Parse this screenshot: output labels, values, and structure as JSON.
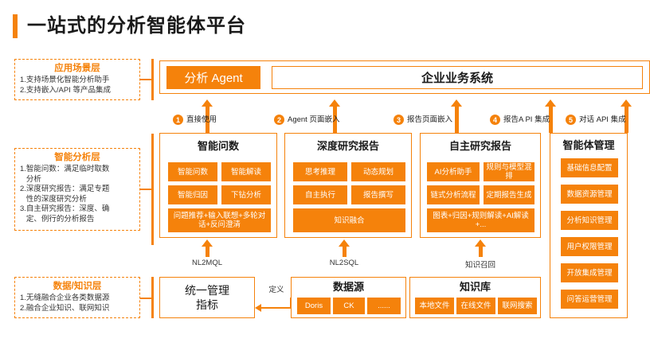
{
  "header": {
    "title": "一站式的分析智能体平台"
  },
  "layers": [
    {
      "name": "应用场景层",
      "lines": [
        "1.支持场景化智能分析助手",
        "2.支持嵌入/API 等产品集成"
      ]
    },
    {
      "name": "智能分析层",
      "lines": [
        "1.智能问数：满足临时取数\n   分析",
        "2.深度研究报告：满足专题\n   性的深度研究分析",
        "3.自主研究报告：深度、确\n   定、例行的分析报告"
      ]
    },
    {
      "name": "数据/知识层",
      "lines": [
        "1.无缝融合企业各类数据源",
        "2.融合企业知识、联网知识"
      ]
    }
  ],
  "top_band": {
    "agent_label": "分析 Agent",
    "business_label": "企业业务系统"
  },
  "integrations": [
    {
      "num": "1",
      "label": "直接使用"
    },
    {
      "num": "2",
      "label": "Agent 页面嵌入"
    },
    {
      "num": "3",
      "label": "报告页面嵌入"
    },
    {
      "num": "4",
      "label": "报告A PI 集成"
    },
    {
      "num": "5",
      "label": "对话 API 集成"
    }
  ],
  "cards": [
    {
      "title": "智能问数",
      "chips": [
        "智能问数",
        "智能解读",
        "智能归因",
        "下钻分析"
      ],
      "wide_chip": "问题推荐+输入联想+多轮对话+反问澄清"
    },
    {
      "title": "深度研究报告",
      "chips": [
        "思考推理",
        "动态规划",
        "自主执行",
        "报告撰写"
      ],
      "wide_chip": "知识融合"
    },
    {
      "title": "自主研究报告",
      "chips": [
        "AI分析助手",
        "规则与模型混排",
        "链式分析流程",
        "定期报告生成"
      ],
      "wide_chip": "图表+归因+规则解读+AI解读+..."
    }
  ],
  "management_card": {
    "title": "智能体管理",
    "items": [
      "基础信息配置",
      "数据资源管理",
      "分析知识管理",
      "用户权限管理",
      "开放集成管理",
      "问答运营管理"
    ]
  },
  "connectors": [
    {
      "label": "NL2MQL"
    },
    {
      "label": "NL2SQL"
    },
    {
      "label": "知识召回"
    }
  ],
  "bottom": {
    "metrics_box": {
      "line1": "统一管理",
      "line2": "指标"
    },
    "define_label": "定义",
    "datasource": {
      "title": "数据源",
      "chips": [
        "Doris",
        "CK",
        "......"
      ]
    },
    "knowledge": {
      "title": "知识库",
      "chips": [
        "本地文件",
        "在线文件",
        "联网搜索"
      ]
    }
  },
  "colors": {
    "accent": "#F5820B",
    "text": "#1a1a1a",
    "chip_text": "#ffffff"
  }
}
